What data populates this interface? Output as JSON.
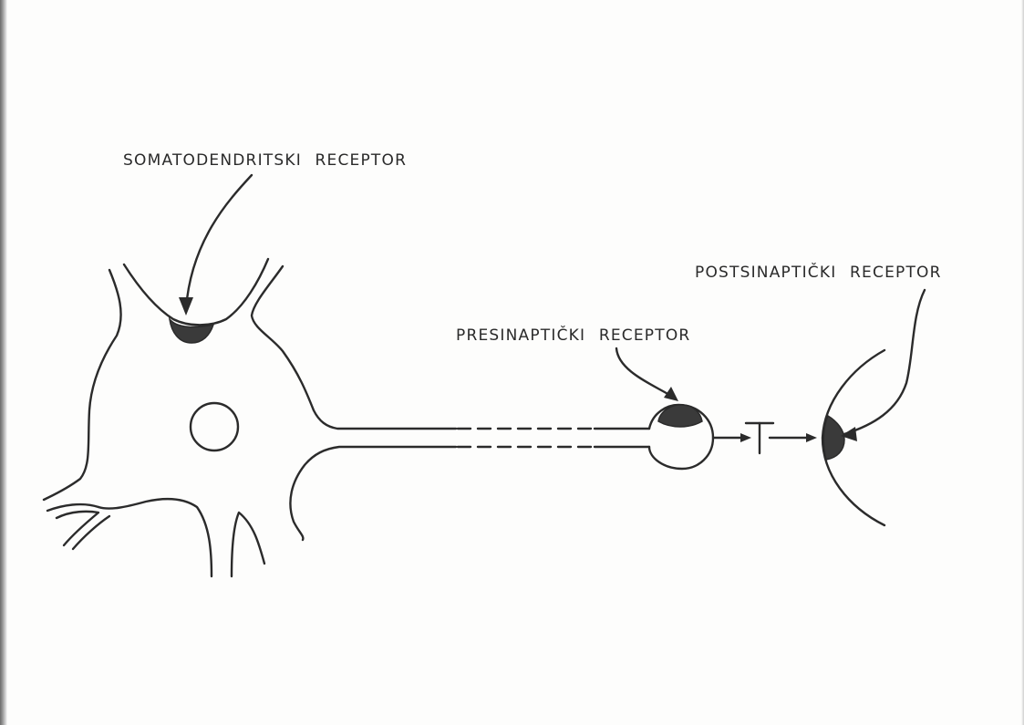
{
  "labels": {
    "somatodendritic": "SOMATODENDRITSKI RECEPTOR",
    "presynaptic": "PRESINAPTIČKI RECEPTOR",
    "postsynaptic": "POSTSINAPTIČKI RECEPTOR",
    "transmitter_symbol": "T"
  },
  "colors": {
    "line": "#2b2b2b",
    "receptor_fill": "#3a3a3a",
    "background": "#fdfdfc"
  }
}
